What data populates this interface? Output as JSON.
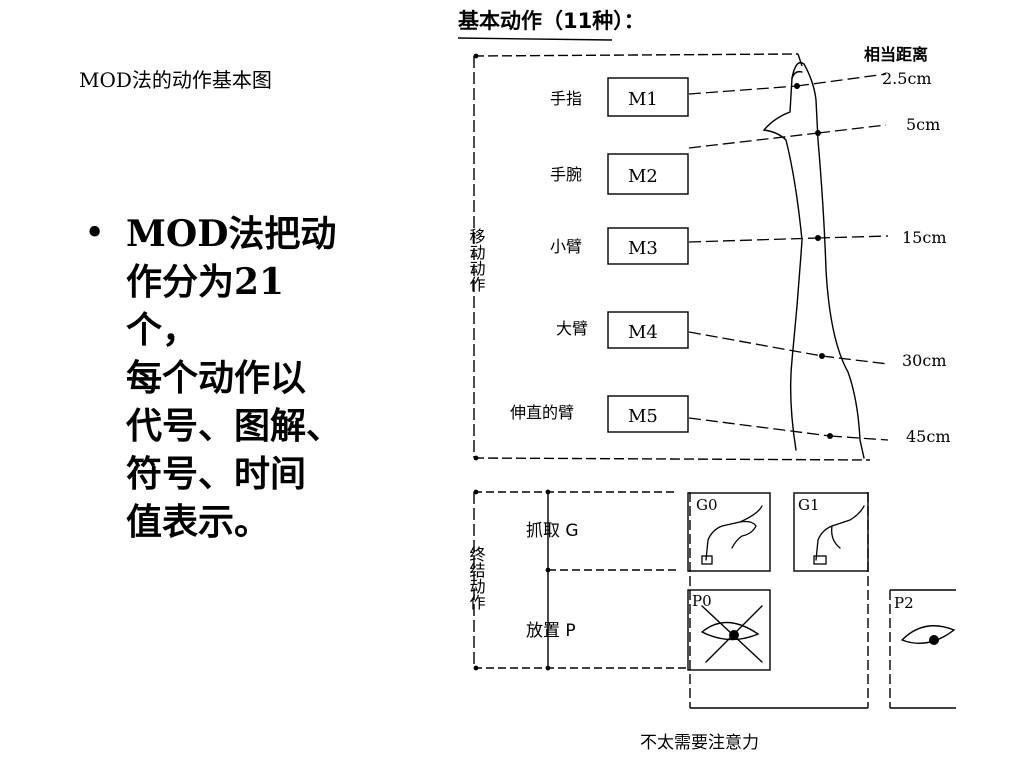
{
  "slide": {
    "title": "MOD法的动作基本图",
    "bullet": "MOD法把动\n作分为21个，\n每个动作以\n代号、图解、\n符号、时间\n值表示。"
  },
  "figure": {
    "header": "基本动作（11种）：",
    "distance_header": "相当距离",
    "move_group": "移动动作",
    "end_group": "终结动作",
    "moves": [
      {
        "body": "手指",
        "code": "M1",
        "dist": "2.5cm"
      },
      {
        "body": "手腕",
        "code": "M2",
        "dist": "5cm"
      },
      {
        "body": "小臂",
        "code": "M3",
        "dist": "15cm"
      },
      {
        "body": "大臂",
        "code": "M4",
        "dist": "30cm"
      },
      {
        "body": "伸直的臂",
        "code": "M5",
        "dist": "45cm"
      }
    ],
    "grasp_label": "抓取 G",
    "place_label": "放置 P",
    "codes": {
      "g0": "G0",
      "g1": "G1",
      "p0": "P0",
      "p2": "P2"
    },
    "footer": "不太需要注意力"
  },
  "colors": {
    "ink": "#000000",
    "background": "#ffffff"
  }
}
